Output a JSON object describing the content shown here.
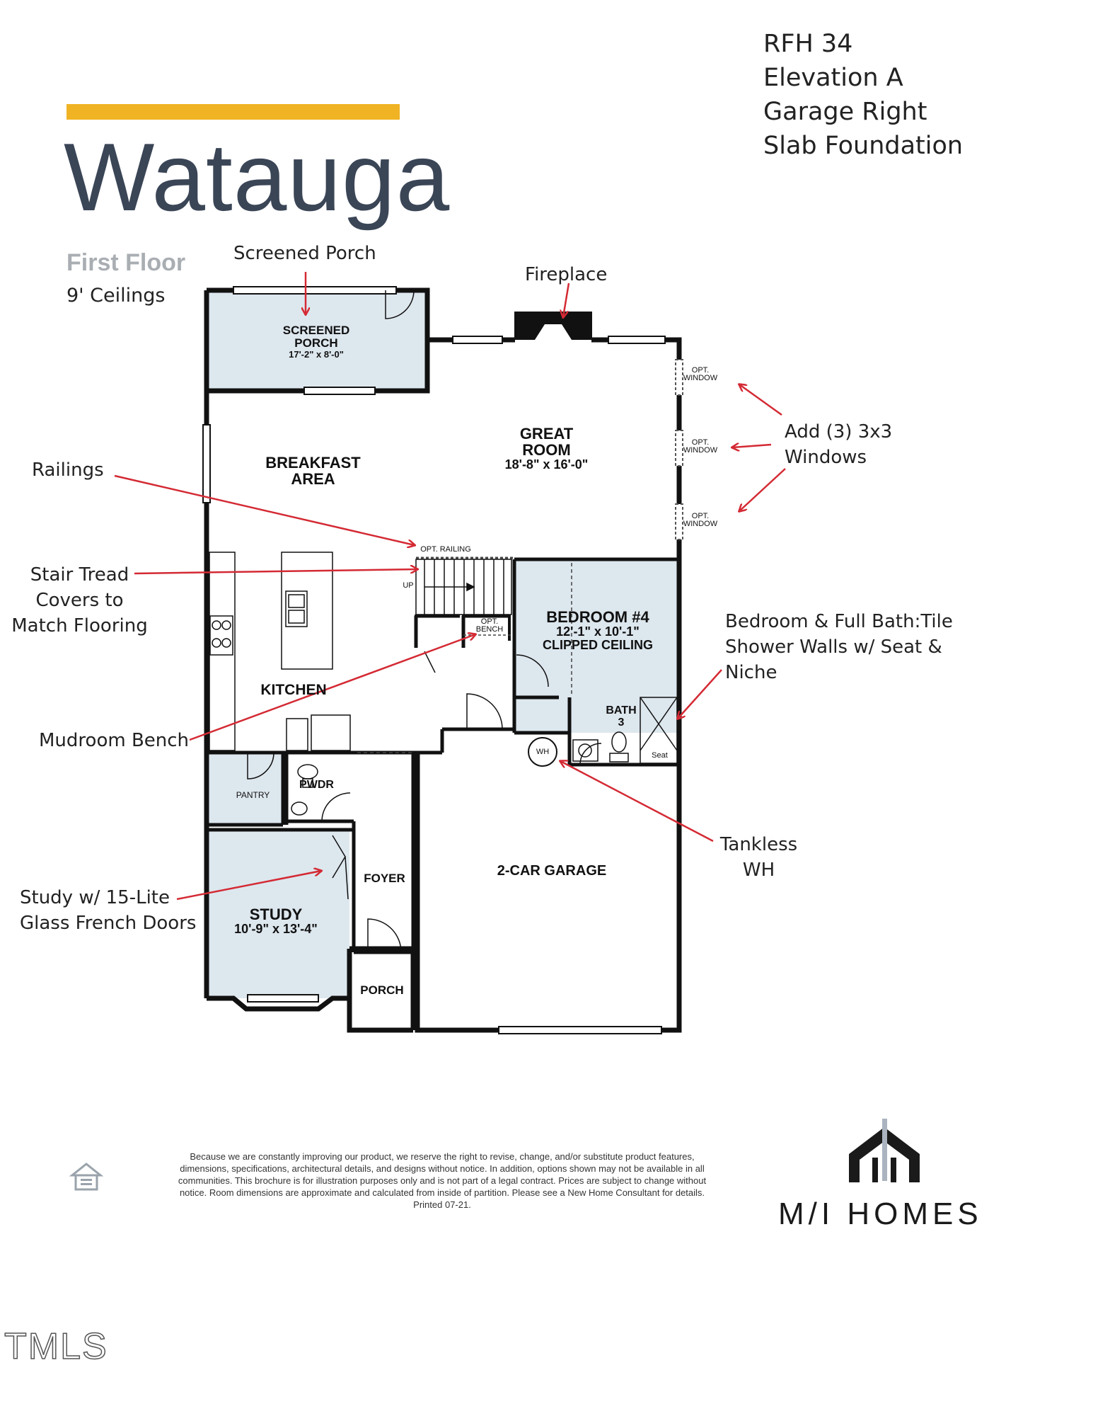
{
  "header": {
    "title": "Watauga",
    "floor": "First Floor",
    "ceiling_height": "9' Ceilings"
  },
  "specs": [
    "RFH 34",
    "Elevation A",
    "Garage Right",
    "Slab Foundation"
  ],
  "callouts": {
    "screened_porch": "Screened Porch",
    "fireplace": "Fireplace",
    "windows_1": "Add (3) 3x3",
    "windows_2": "Windows",
    "railings": "Railings",
    "stair_1": "Stair Tread",
    "stair_2": "Covers to",
    "stair_3": "Match Flooring",
    "bath_1": "Bedroom & Full Bath:Tile",
    "bath_2": "Shower Walls w/ Seat &",
    "bath_3": "Niche",
    "mudroom": "Mudroom Bench",
    "tankless_1": "Tankless",
    "tankless_2": "WH",
    "study_1": "Study w/ 15-Lite",
    "study_2": "Glass French Doors"
  },
  "rooms": {
    "screened_porch_1": "SCREENED",
    "screened_porch_2": "PORCH",
    "screened_porch_dims": "17'-2\" x 8'-0\"",
    "great_room_1": "GREAT",
    "great_room_2": "ROOM",
    "great_room_dims": "18'-8\" x 16'-0\"",
    "breakfast_1": "BREAKFAST",
    "breakfast_2": "AREA",
    "bedroom": "BEDROOM #4",
    "bedroom_dims": "12'-1\" x 10'-1\"",
    "bedroom_ceiling": "CLIPPED CEILING",
    "kitchen": "KITCHEN",
    "bath_1": "BATH",
    "bath_2": "3",
    "pantry": "PANTRY",
    "pwdr": "PWDR",
    "foyer": "FOYER",
    "garage": "2-CAR GARAGE",
    "study": "STUDY",
    "study_dims": "10'-9\" x 13'-4\"",
    "porch": "PORCH"
  },
  "labels": {
    "opt": "OPT.",
    "window": "WINDOW",
    "opt_railing": "OPT. RAILING",
    "up": "UP",
    "bench": "BENCH",
    "wh": "WH",
    "seat": "Seat"
  },
  "footer": {
    "disclaimer": "Because we are constantly improving our product, we reserve the right to revise, change, and/or substitute product features, dimensions, specifications, architectural details, and designs without notice. In addition, options shown may not be available in all communities. This brochure is for illustration purposes only and is not part of a legal contract. Prices are subject to change without notice. Room dimensions are approximate and calculated from inside of partition. Please see a New Home Consultant for details. Printed 07-21.",
    "brand": "M/I HOMES",
    "watermark": "TMLS"
  },
  "colors": {
    "accent": "#f0b323",
    "title": "#3a4556",
    "room_fill": "#dde7ee",
    "arrow": "#d42a34"
  }
}
